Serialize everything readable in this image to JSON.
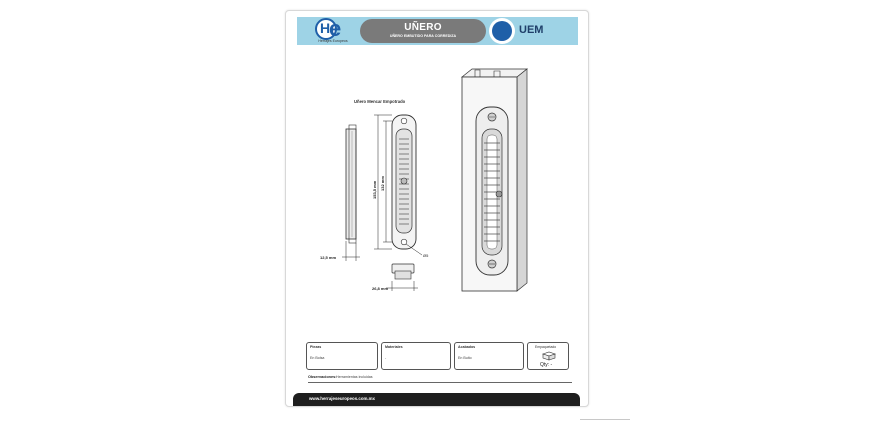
{
  "header": {
    "logo_letters_h": "H",
    "logo_letters_e": "e",
    "logo_caption": "Herrajes Europeos",
    "title": "UÑERO",
    "subtitle": "UÑERO EMBUTIDO PARA CORREDIZA",
    "code": "UEM",
    "accent_color": "#9ed3e6",
    "brand_color": "#1f5fa8"
  },
  "drawing": {
    "caption": "Uñero Mencar Empotrado",
    "dim_height_total": "153,5 mm",
    "dim_height_inner": "132 mm",
    "dim_depth": "12,5 mm",
    "dim_width": "26,8 mm",
    "hole_label": "Ø5"
  },
  "info": {
    "acabado_label": "Piezas",
    "acabado_value": "En Bolsa",
    "material_label": "Materiales",
    "material_value": "-",
    "acabados_label": "Acabados",
    "acabados_value": "En Bulto",
    "pack_label": "Empaquetado",
    "qty_value": "Qty: -"
  },
  "observations": {
    "label": "Observaciones:",
    "value": "Herramientas incluidas"
  },
  "footer": {
    "url": "www.herrajeseuropeos.com.mx"
  }
}
